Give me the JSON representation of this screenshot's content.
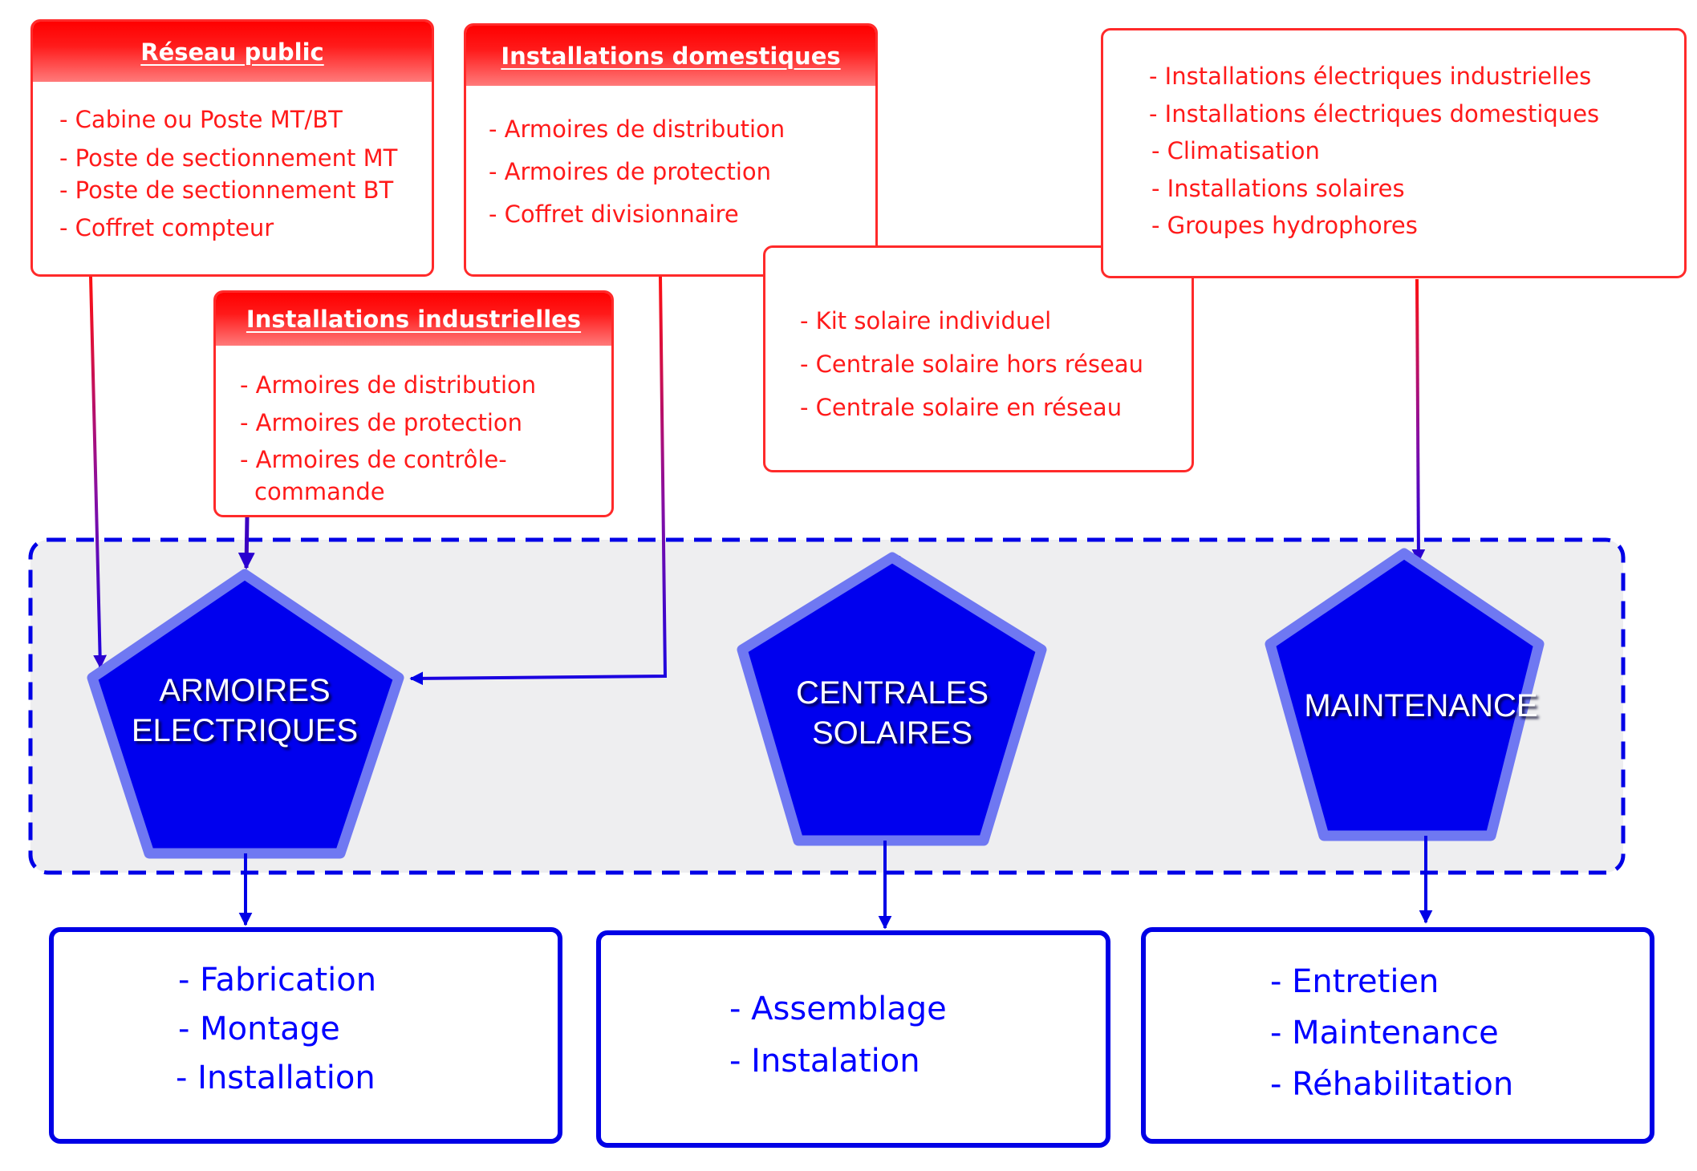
{
  "colors": {
    "red": "#ff2a2a",
    "header_red": "#ff0000",
    "blue": "#0000e6",
    "pentagon_fill": "#0000ee",
    "pentagon_border": "#6f78f2",
    "container_fill": "#eeeef0"
  },
  "sources": {
    "reseau_public": {
      "title": "Réseau public",
      "items": [
        "- Cabine ou Poste MT/BT",
        "- Poste de sectionnement MT",
        "- Poste de sectionnement BT",
        "- Coffret compteur"
      ]
    },
    "installations_domestiques": {
      "title": "Installations domestiques",
      "items": [
        "- Armoires de distribution",
        "- Armoires de protection",
        "- Coffret divisionnaire"
      ]
    },
    "installations_industrielles": {
      "title": "Installations industrielles",
      "items": [
        "- Armoires de distribution",
        "- Armoires de protection",
        "- Armoires de contrôle-",
        "commande"
      ]
    },
    "solaire": {
      "items": [
        "- Kit solaire individuel",
        "- Centrale solaire hors réseau",
        "- Centrale solaire en réseau"
      ]
    },
    "maintenance": {
      "items": [
        "- Installations électriques industrielles",
        "- Installations électriques domestiques",
        "- Climatisation",
        "- Installations solaires",
        "- Groupes hydrophores"
      ]
    }
  },
  "poles": [
    {
      "id": "armoires",
      "lines": [
        "ARMOIRES",
        "ELECTRIQUES"
      ]
    },
    {
      "id": "centrales",
      "lines": [
        "CENTRALES",
        "SOLAIRES"
      ]
    },
    {
      "id": "maintenance",
      "lines": [
        "MAINTENANCE"
      ]
    }
  ],
  "outcomes": [
    {
      "id": "armoires",
      "items": [
        "- Fabrication",
        "- Montage",
        "- Installation"
      ]
    },
    {
      "id": "centrales",
      "items": [
        "- Assemblage",
        "- Instalation"
      ]
    },
    {
      "id": "maintenance",
      "items": [
        "- Entretien",
        "- Maintenance",
        "- Réhabilitation"
      ]
    }
  ]
}
